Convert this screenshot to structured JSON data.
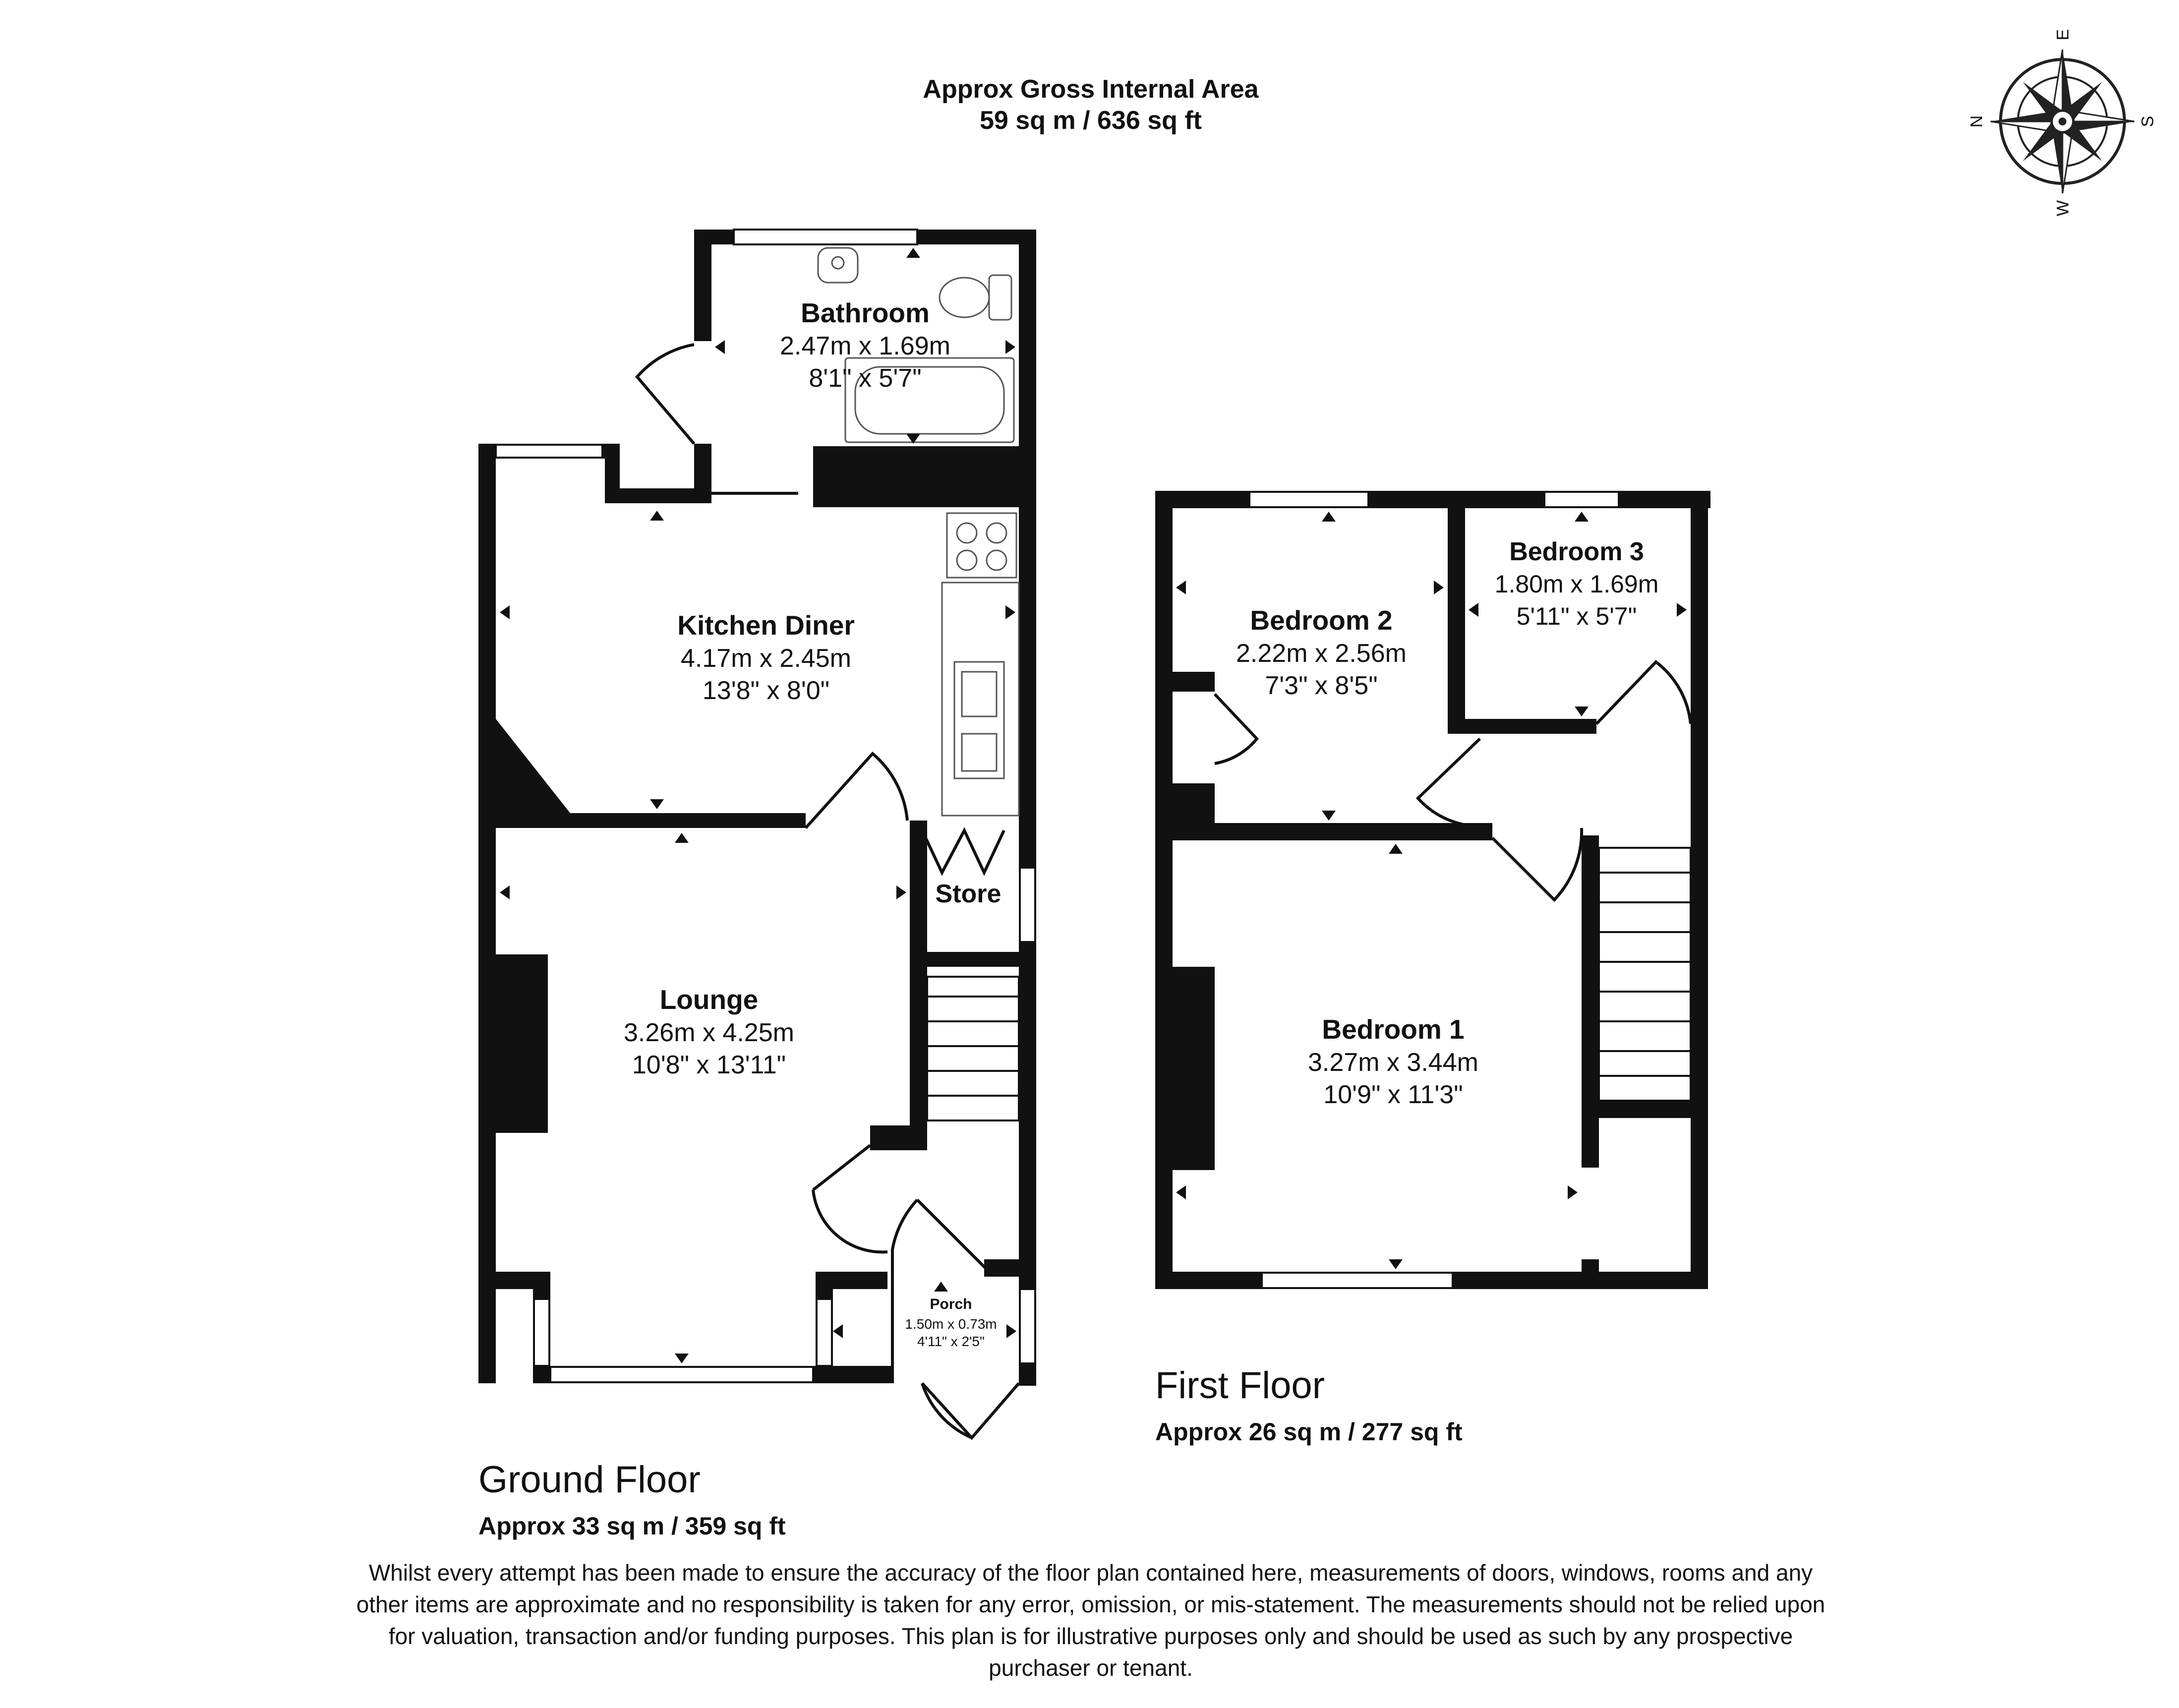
{
  "header": {
    "title": "Approx Gross Internal Area",
    "subtitle": "59 sq m / 636 sq ft"
  },
  "compass": {
    "n": "N",
    "e": "E",
    "s": "S",
    "w": "W"
  },
  "ground_floor": {
    "label": "Ground Floor",
    "area": "Approx 33 sq m / 359 sq ft",
    "rooms": {
      "bathroom": {
        "name": "Bathroom",
        "metric": "2.47m x 1.69m",
        "imperial": "8'1\" x 5'7\""
      },
      "kitchen": {
        "name": "Kitchen Diner",
        "metric": "4.17m x 2.45m",
        "imperial": "13'8\" x 8'0\""
      },
      "lounge": {
        "name": "Lounge",
        "metric": "3.26m x 4.25m",
        "imperial": "10'8\" x 13'11\""
      },
      "store": {
        "name": "Store"
      },
      "porch": {
        "name": "Porch",
        "metric": "1.50m x 0.73m",
        "imperial": "4'11\" x 2'5\""
      }
    }
  },
  "first_floor": {
    "label": "First Floor",
    "area": "Approx 26 sq m / 277 sq ft",
    "rooms": {
      "bedroom1": {
        "name": "Bedroom 1",
        "metric": "3.27m x 3.44m",
        "imperial": "10'9\" x 11'3\""
      },
      "bedroom2": {
        "name": "Bedroom 2",
        "metric": "2.22m x 2.56m",
        "imperial": "7'3\" x 8'5\""
      },
      "bedroom3": {
        "name": "Bedroom 3",
        "metric": "1.80m x 1.69m",
        "imperial": "5'11\" x 5'7\""
      }
    }
  },
  "disclaimer": "Whilst every attempt has been made to ensure the accuracy of the floor plan contained here, measurements of doors, windows, rooms and any other items are approximate and no responsibility is taken for any error, omission, or mis-statement. The measurements should not be relied upon for valuation, transaction and/or funding purposes. This plan is for illustrative purposes only and should be used as such by any prospective purchaser or tenant."
}
